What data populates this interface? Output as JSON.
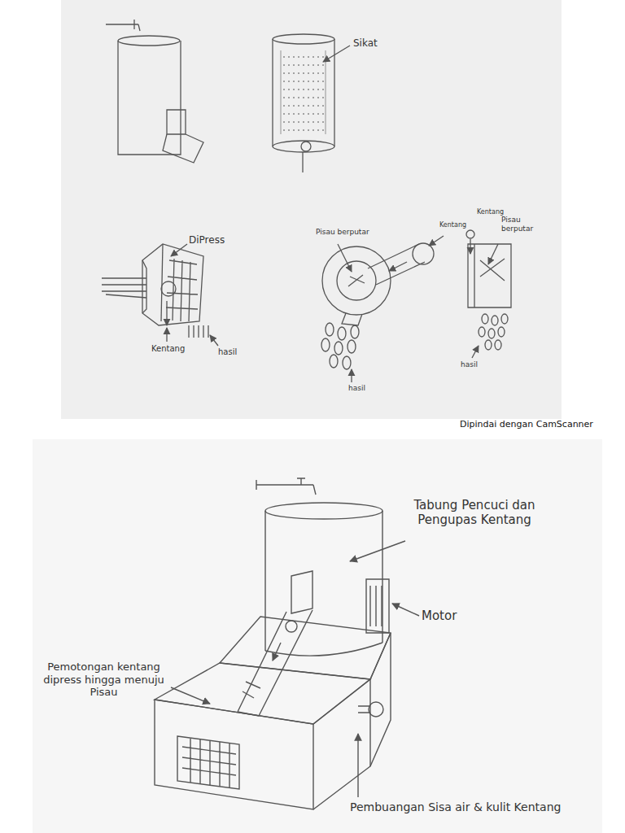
{
  "diagram": {
    "labels": [
      "Sikat",
      "DiPress",
      "Kentang",
      "hasil",
      "Pisau berputar",
      "Kentang",
      "Kentang",
      "Pisau berputar",
      "hasil",
      "hasil",
      "Dipindai dengan CamScanner",
      "Tabung Pencuci dan Pengupas Kentang",
      "Motor",
      "Pemotongan kentang dipress hingga menuju Pisau",
      "Pembuangan Sisa air & kulit Kentang"
    ]
  }
}
